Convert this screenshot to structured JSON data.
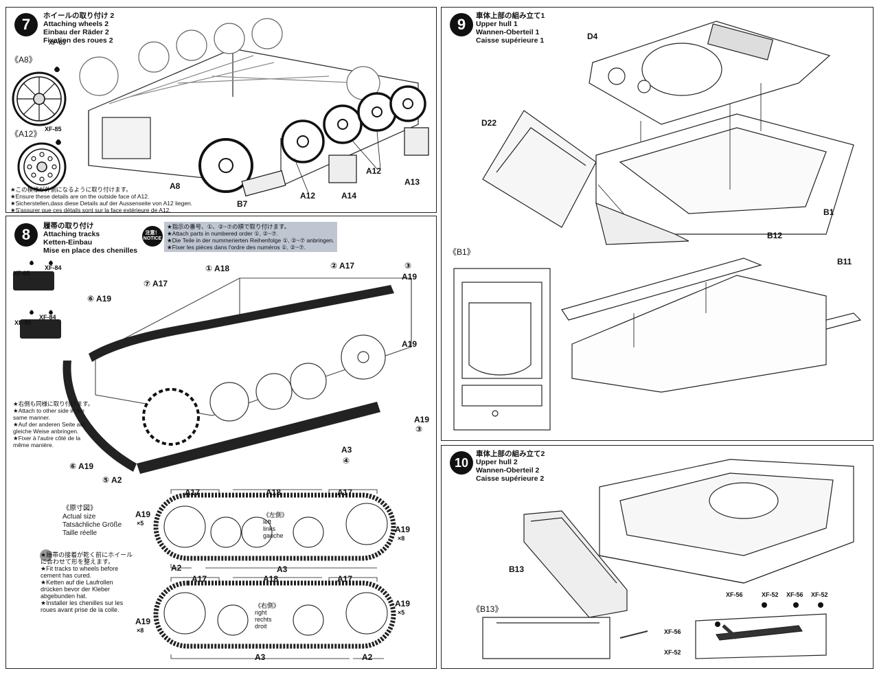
{
  "step7": {
    "num": "7",
    "titles": [
      "ホイールの取り付け 2",
      "Attaching wheels 2",
      "Einbau der Räder 2",
      "Fixation des roues 2"
    ],
    "paint_a8": "XF-85",
    "paint_a12": "XF-85",
    "detail_a8": "《A8》",
    "detail_a12": "《A12》",
    "labels": {
      "a8": "A8",
      "b7": "B7",
      "a12a": "A12",
      "a14": "A14",
      "a12b": "A12",
      "a13": "A13"
    },
    "notes": [
      "★この模様が外側になるように取り付けます。",
      "★Ensure these details are on the outside face of A12.",
      "★Sicherstellen,dass diese Details auf der Aussenseite von A12 liegen.",
      "★S'assurer que ces détails sont sur la face extérieure de A12."
    ]
  },
  "step8": {
    "num": "8",
    "titles": [
      "履帯の取り付け",
      "Attaching tracks",
      "Ketten-Einbau",
      "Mise en place des chenilles"
    ],
    "notice_badge": [
      "注意！",
      "NOTICE"
    ],
    "notice": [
      "★指示の番号、①、②~⑦の順で取り付けます。",
      "★Attach parts in numbered order ①, ②~⑦.",
      "★Die Teile in der nummerierten Reihenfolge ①, ②~⑦ anbringen.",
      "★Fixer les pièces dans l'ordre des numéros ①, ②~⑦."
    ],
    "paints": {
      "p1": "XF-85",
      "p2": "XF-84",
      "p3": "XF-85",
      "p4": "XF-84"
    },
    "labels": {
      "l1": "① A18",
      "l2": "② A17",
      "l3": "③",
      "l3b": "A19",
      "l7": "⑦ A17",
      "l6": "⑥ A19",
      "a19r": "A19",
      "a19r2": "A19",
      "l3c": "③",
      "a3": "A3",
      "l4": "④",
      "l6b": "⑥ A19",
      "l5": "⑤ A2"
    },
    "side_notes": [
      "★右側も同様に取り付けます。",
      "★Attach to other side in the",
      "same manner.",
      "★Auf der anderen Seite auf",
      "gleiche Weise anbringen.",
      "★Fixer à l'autre côté de la",
      "même manière."
    ],
    "actual": [
      "《原寸図》",
      "Actual size",
      "Tatsächliche Größe",
      "Taille réelle"
    ],
    "fit_notes": [
      "★履帯の接着が乾く前にホイール",
      "に合わせて形を整えます。",
      "★Fit tracks to wheels before",
      "cement has cured.",
      "★Ketten auf die Laufrollen",
      "drücken bevor der Kleber",
      "abgebunden hat.",
      "★Installer les chenilles sur les",
      "roues avant prise de la colle."
    ],
    "left_track": {
      "a17a": "A17",
      "a18": "A18",
      "a17b": "A17",
      "a19l": "A19",
      "x5": "×5",
      "a19r": "A19",
      "x8": "×8",
      "a2": "A2",
      "a3": "A3",
      "side": [
        "《左側》",
        "left",
        "links",
        "gauche"
      ]
    },
    "right_track": {
      "a17a": "A17",
      "a18": "A18",
      "a17b": "A17",
      "a19l": "A19",
      "x8": "×8",
      "a19r": "A19",
      "x5": "×5",
      "a3": "A3",
      "a2": "A2",
      "side": [
        "《右側》",
        "right",
        "rechts",
        "droit"
      ]
    }
  },
  "step9": {
    "num": "9",
    "titles": [
      "車体上部の組み立て1",
      "Upper hull 1",
      "Wannen-Oberteil 1",
      "Caisse supérieure 1"
    ],
    "labels": {
      "d4": "D4",
      "d22": "D22",
      "b1": "B1",
      "b12": "B12",
      "b11": "B11",
      "detail_b1": "《B1》"
    }
  },
  "step10": {
    "num": "10",
    "titles": [
      "車体上部の組み立て2",
      "Upper hull 2",
      "Wannen-Oberteil 2",
      "Caisse supérieure 2"
    ],
    "labels": {
      "b13": "B13",
      "detail_b13": "《B13》",
      "xf56a": "XF-56",
      "xf52a": "XF-52",
      "xf56b": "XF-56",
      "xf52b": "XF-52",
      "xf56c": "XF-56",
      "xf52c": "XF-52"
    }
  }
}
